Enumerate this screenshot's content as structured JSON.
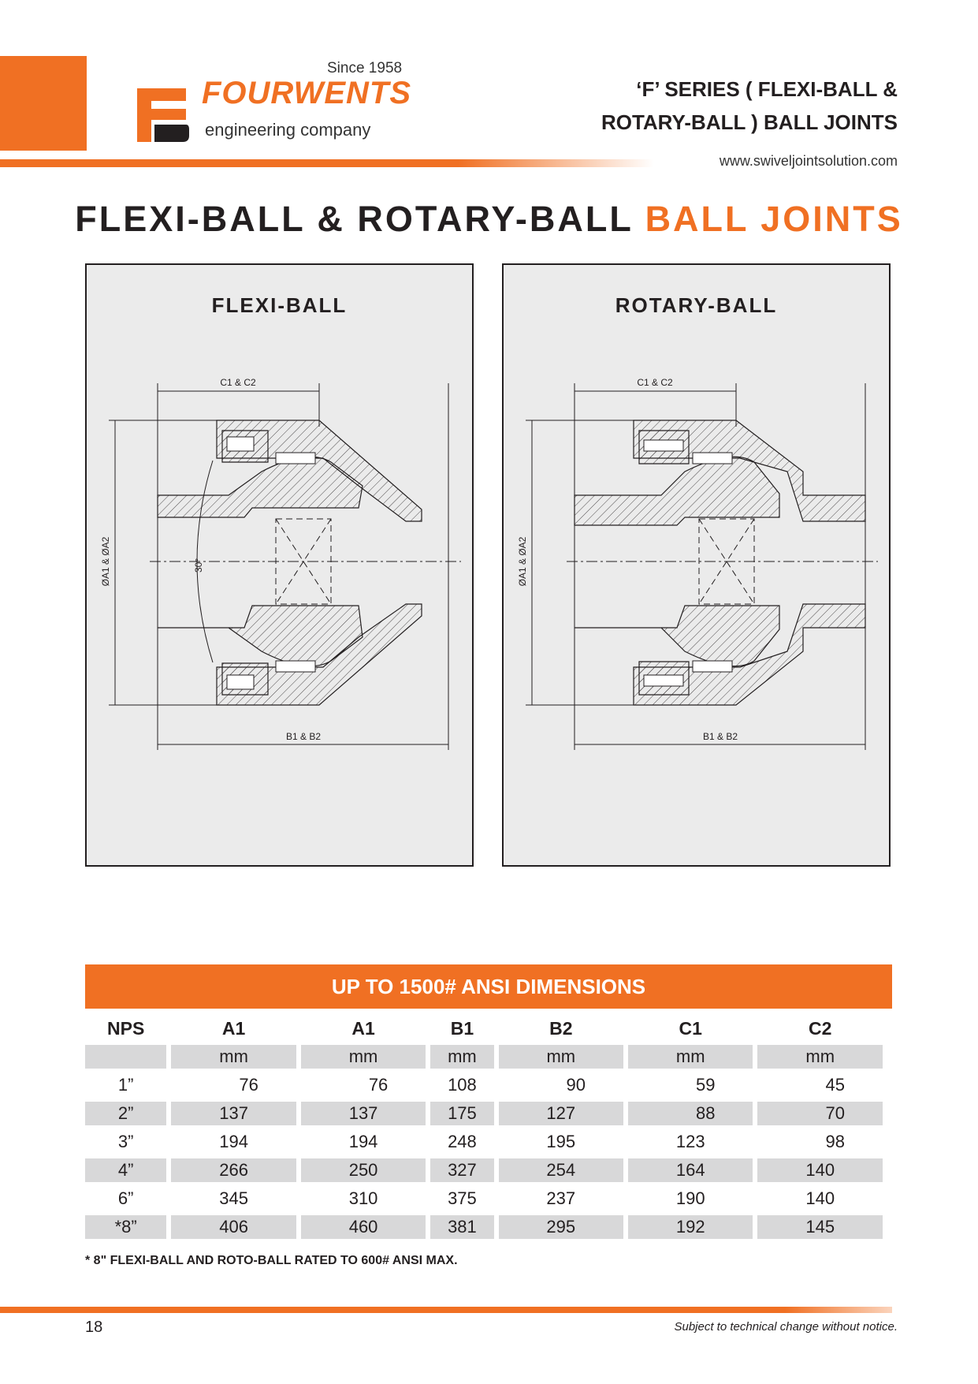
{
  "header": {
    "since": "Since 1958",
    "brand": "FOURWENTS",
    "brand_sub": "engineering company",
    "series_line1": "‘F’ SERIES ( FLEXI-BALL &",
    "series_line2": "ROTARY-BALL ) BALL JOINTS",
    "url": "www.swiveljointsolution.com",
    "colors": {
      "accent": "#f07023",
      "text": "#231f20",
      "panel": "#ebebeb",
      "row_shade": "#d8d8d9"
    }
  },
  "title": {
    "main": "FLEXI-BALL & ROTARY-BALL",
    "accent": "BALL JOINTS"
  },
  "panels": [
    {
      "title": "FLEXI-BALL",
      "dim_top": "C1 & C2",
      "dim_bottom": "B1 & B2",
      "dim_side": "ØA1 & ØA2",
      "angle": "30°"
    },
    {
      "title": "ROTARY-BALL",
      "dim_top": "C1 & C2",
      "dim_bottom": "B1 & B2",
      "dim_side": "ØA1 & ØA2"
    }
  ],
  "table": {
    "heading": "UP TO 1500# ANSI DIMENSIONS",
    "columns": [
      "NPS",
      "A1",
      "A1",
      "B1",
      "B2",
      "C1",
      "C2"
    ],
    "units": [
      "",
      "mm",
      "mm",
      "mm",
      "mm",
      "mm",
      "mm"
    ],
    "rows": [
      [
        "1”",
        "76",
        "76",
        "108",
        "90",
        "59",
        "45"
      ],
      [
        "2”",
        "137",
        "137",
        "175",
        "127",
        "88",
        "70"
      ],
      [
        "3”",
        "194",
        "194",
        "248",
        "195",
        "123",
        "98"
      ],
      [
        "4”",
        "266",
        "250",
        "327",
        "254",
        "164",
        "140"
      ],
      [
        "6”",
        "345",
        "310",
        "375",
        "237",
        "190",
        "140"
      ],
      [
        "*8”",
        "406",
        "460",
        "381",
        "295",
        "192",
        "145"
      ]
    ]
  },
  "footnote": "* 8\" FLEXI-BALL AND ROTO-BALL RATED TO 600# ANSI MAX.",
  "footer": {
    "page": "18",
    "disclaimer": "Subject to technical change without notice."
  }
}
